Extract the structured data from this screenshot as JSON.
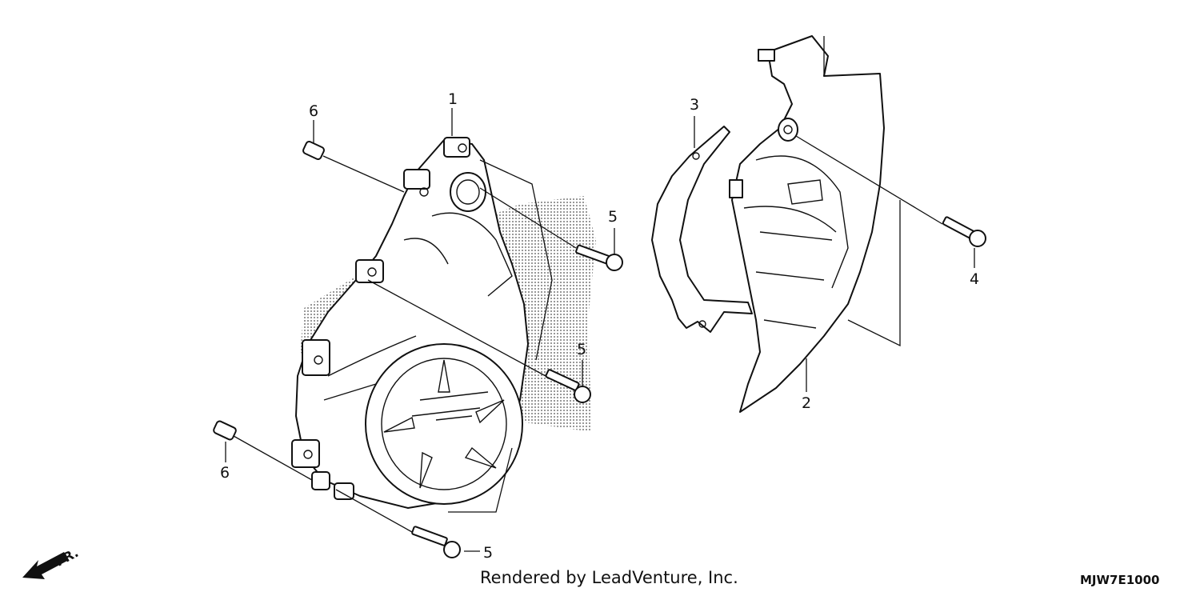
{
  "callouts": [
    {
      "id": "c1",
      "label": "1"
    },
    {
      "id": "c2",
      "label": "2"
    },
    {
      "id": "c3",
      "label": "3"
    },
    {
      "id": "c4",
      "label": "4"
    },
    {
      "id": "c5a",
      "label": "5"
    },
    {
      "id": "c5b",
      "label": "5"
    },
    {
      "id": "c5c",
      "label": "5"
    },
    {
      "id": "c6a",
      "label": "6"
    },
    {
      "id": "c6b",
      "label": "6"
    }
  ],
  "direction_label": "FR.",
  "footer": {
    "credit": "Rendered by LeadVenture, Inc.",
    "diagram_code": "MJW7E1000"
  }
}
